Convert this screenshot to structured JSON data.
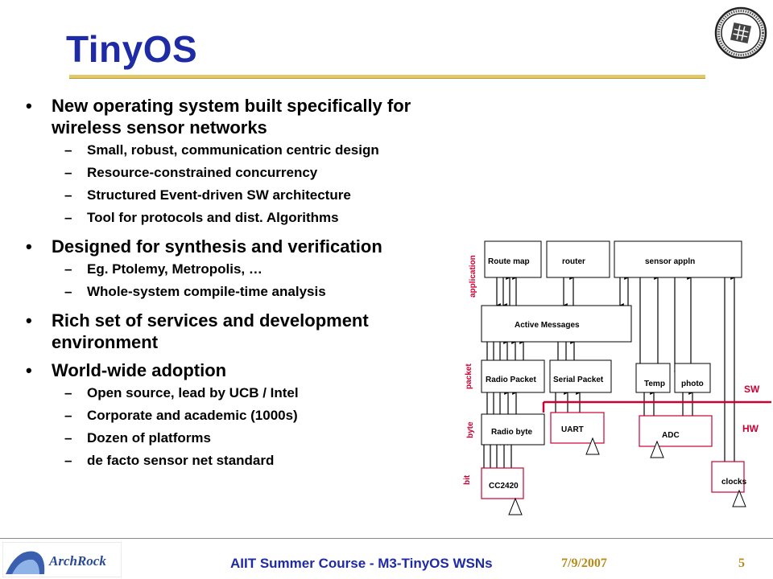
{
  "slide": {
    "title": "TinyOS",
    "page_number": "5",
    "date": "7/9/2007",
    "course": "AIIT Summer Course - M3-TinyOS WSNs",
    "logo_text": "ArchRock"
  },
  "bullets": [
    {
      "text": "New operating system built specifically for wireless sensor networks",
      "subs": [
        "Small, robust, communication centric design",
        "Resource-constrained concurrency",
        "Structured Event-driven SW architecture",
        "Tool for protocols and dist. Algorithms"
      ]
    },
    {
      "text": "Designed for synthesis and verification",
      "subs": [
        "Eg. Ptolemy, Metropolis, …",
        "Whole-system compile-time analysis"
      ]
    },
    {
      "text": "Rich set of services and development environment",
      "subs": []
    },
    {
      "text": "World-wide adoption",
      "subs": [
        "Open source, lead by UCB / Intel",
        "Corporate and academic (1000s)",
        "Dozen of platforms",
        "de facto sensor net standard"
      ]
    }
  ],
  "diagram": {
    "blocks": {
      "route_map": "Route map",
      "router": "router",
      "sensor_appln": "sensor appln",
      "active_messages": "Active Messages",
      "radio_packet": "Radio Packet",
      "serial_packet": "Serial Packet",
      "temp": "Temp",
      "photo": "photo",
      "radio_byte": "Radio byte",
      "uart": "UART",
      "adc": "ADC",
      "cc2420": "CC2420",
      "clocks": "clocks"
    },
    "layers": {
      "application": "application",
      "packet": "packet",
      "byte": "byte",
      "bit": "bit"
    },
    "boundary": {
      "sw": "SW",
      "hw": "HW"
    },
    "colors": {
      "layer_label": "#cc0033",
      "boundary": "#cc0033",
      "block_border": "#cc0033"
    }
  }
}
